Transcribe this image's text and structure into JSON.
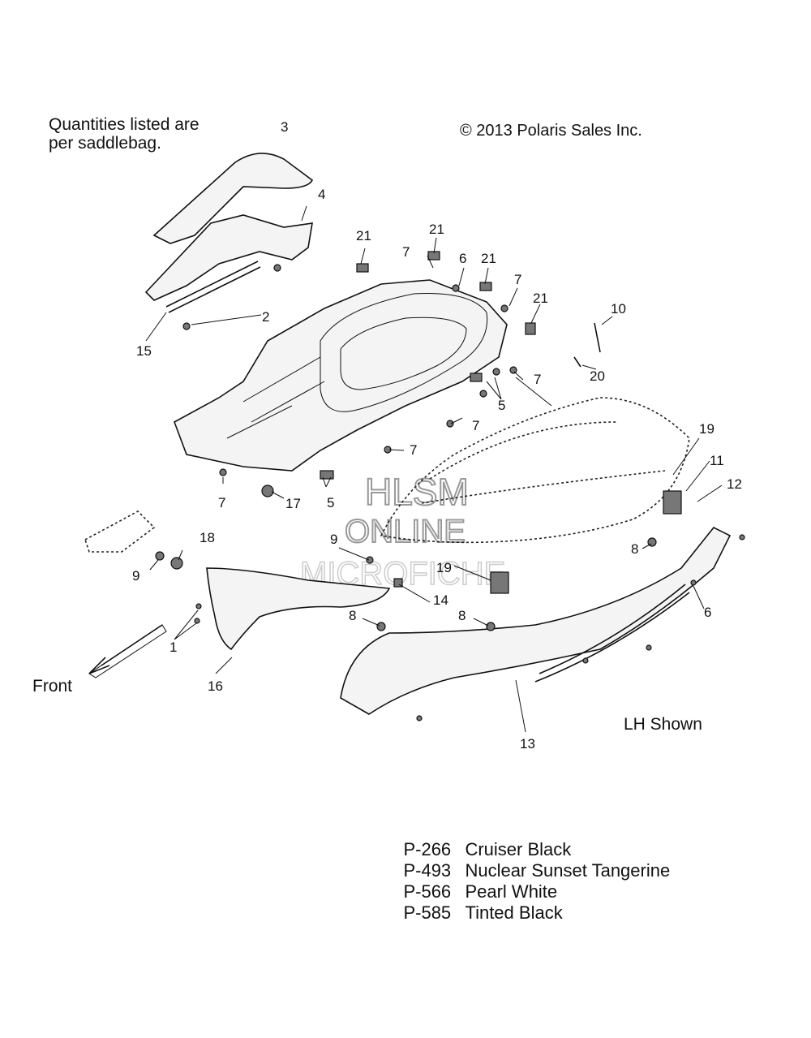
{
  "notes": {
    "quantity_line1": "Quantities listed are",
    "quantity_line2": "per saddlebag.",
    "copyright": "© 2013 Polaris Sales Inc.",
    "front": "Front",
    "view": "LH Shown"
  },
  "watermark": [
    "HLSM",
    "ONLINE",
    "MICROFICHE"
  ],
  "callouts": [
    "1",
    "2",
    "3",
    "4",
    "5",
    "5",
    "6",
    "6",
    "7",
    "7",
    "7",
    "7",
    "7",
    "7",
    "8",
    "8",
    "8",
    "9",
    "9",
    "10",
    "11",
    "12",
    "13",
    "14",
    "15",
    "16",
    "17",
    "18",
    "19",
    "19",
    "20",
    "21",
    "21",
    "21",
    "21"
  ],
  "paint_codes": [
    {
      "code": "P-266",
      "name": "Cruiser Black"
    },
    {
      "code": "P-493",
      "name": "Nuclear Sunset Tangerine"
    },
    {
      "code": "P-566",
      "name": "Pearl White"
    },
    {
      "code": "P-585",
      "name": "Tinted Black"
    }
  ]
}
